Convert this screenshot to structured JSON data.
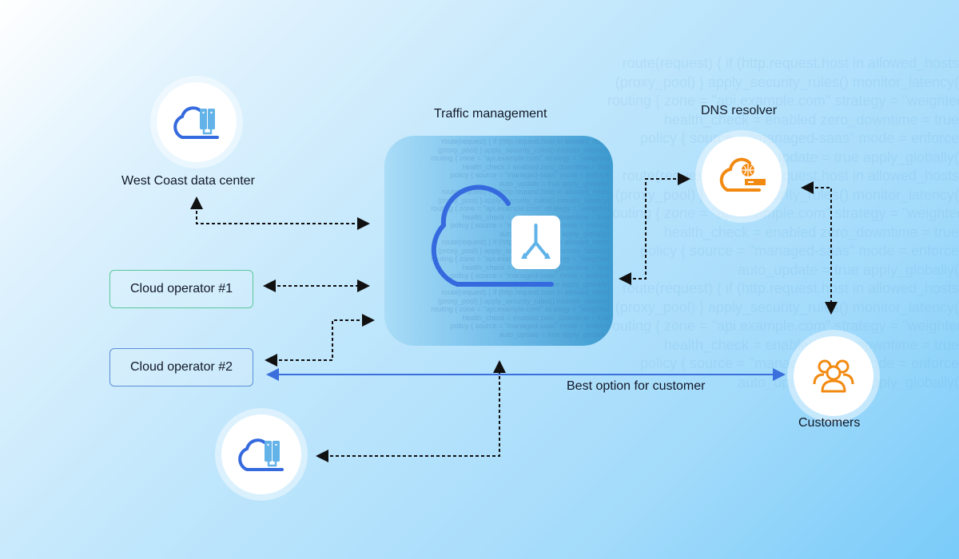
{
  "diagram": {
    "center": {
      "title": "Traffic management",
      "icon": "traffic-split-icon"
    },
    "nodes": {
      "west_coast": {
        "label": "West Coast data center",
        "icon": "cloud-server-icon"
      },
      "dns": {
        "label": "DNS resolver",
        "icon": "cloud-dns-globe-icon"
      },
      "customers": {
        "label": "Customers",
        "icon": "users-group-icon"
      },
      "bottom_dc": {
        "label": "",
        "icon": "cloud-server-icon"
      }
    },
    "operators": [
      {
        "label": "Cloud operator #1"
      },
      {
        "label": "Cloud operator #2"
      }
    ],
    "edges": {
      "best_option_label": "Best option for customer"
    },
    "colors": {
      "accent_blue": "#3b6fdc",
      "accent_orange": "#f28a12",
      "operator1_border": "#5cc79b",
      "operator2_border": "#5b8fd6"
    },
    "background_code": [
      "route(request) {  if (http.request.host in allowed_hosts",
      "(proxy_pool) } apply_security_rules() monitor_latency(",
      "routing { zone = \"api.example.com\" strategy = \"weighted",
      "health_check = enabled  zero_downtime = true",
      "policy { source = \"managed-saas\" mode = enforce",
      "auto_update = true apply_globally(",
      "route(request) {  if (http.request.host in allowed_hosts",
      "(proxy_pool) } apply_security_rules() monitor_latency(",
      "routing { zone = \"api.example.com\" strategy = \"weighted",
      "health_check = enabled  zero_downtime = true",
      "policy { source = \"managed-saas\" mode = enforce",
      "auto_update = true apply_globally(",
      "route(request) {  if (http.request.host in allowed_hosts",
      "(proxy_pool) } apply_security_rules() monitor_latency(",
      "routing { zone = \"api.example.com\" strategy = \"weighted",
      "health_check = enabled  zero_downtime = true",
      "policy { source = \"managed-saas\" mode = enforce",
      "auto_update = true apply_globally("
    ]
  }
}
